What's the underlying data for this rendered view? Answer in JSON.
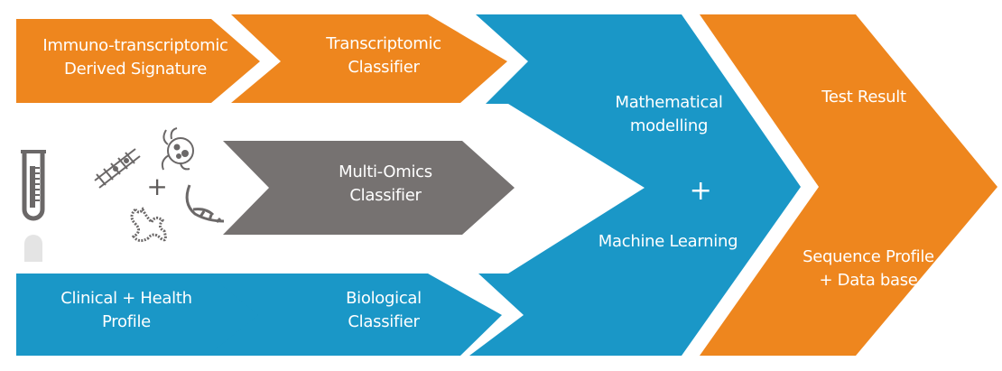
{
  "colors": {
    "orange": "#ee861e",
    "blue": "#1a97c7",
    "gray": "#767271",
    "icon_gray": "#6b6868"
  },
  "steps": {
    "immuno_signature": {
      "line1": "Immuno-transcriptomic",
      "line2": "Derived Signature"
    },
    "transcriptomic_classifier": {
      "line1": "Transcriptomic",
      "line2": "Classifier"
    },
    "multi_omics_classifier": {
      "line1": "Multi-Omics",
      "line2": "Classifier"
    },
    "clinical_profile": {
      "line1": "Clinical + Health",
      "line2": "Profile"
    },
    "biological_classifier": {
      "line1": "Biological",
      "line2": "Classifier"
    },
    "modelling": {
      "line1": "Mathematical",
      "line2": "modelling",
      "plus": "+",
      "line3": "Machine Learning"
    },
    "output": {
      "line1": "Test Result",
      "line2": "Sequence Profile",
      "line3": "+ Data base"
    }
  },
  "inputs_plus": "+",
  "icons": [
    "test-tube-icon",
    "dna-strand-icon",
    "cell-icon",
    "protein-icon",
    "dna-helix-icon"
  ]
}
